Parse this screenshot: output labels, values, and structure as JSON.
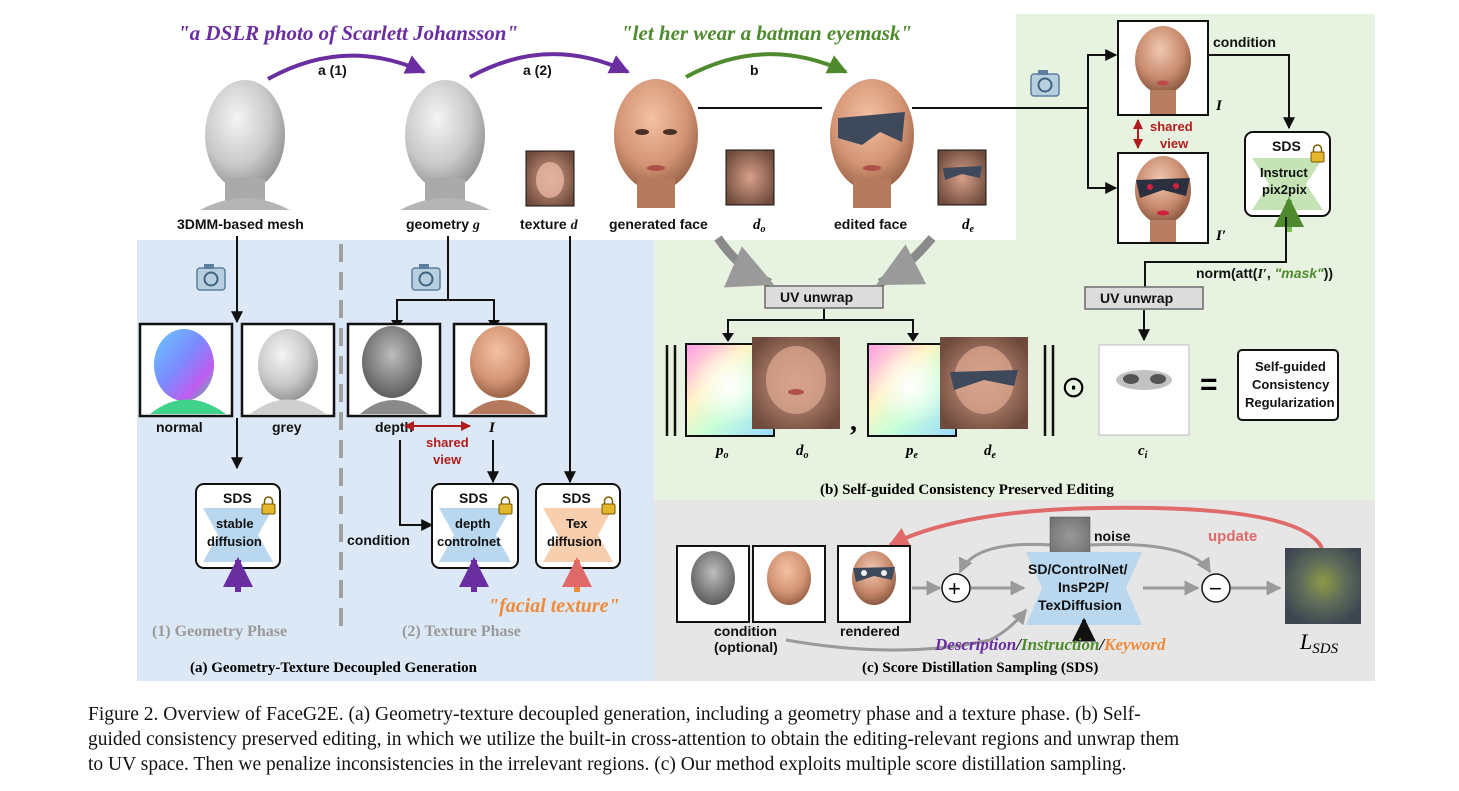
{
  "prompts": {
    "describe": "\"a DSLR photo of Scarlett Johansson\"",
    "instruct": "\"let her wear a batman eyemask\"",
    "keyword": "\"facial texture\""
  },
  "steps": {
    "a1": "a (1)",
    "a2": "a (2)",
    "b": "b"
  },
  "top_row": {
    "mesh": "3DMM-based mesh",
    "geometry": "geometry",
    "geometry_sym": "g",
    "texture": "texture",
    "texture_sym": "d",
    "generated": "generated face",
    "d_o": "d",
    "d_o_sub": "o",
    "edited": "edited face",
    "d_e": "d",
    "d_e_sub": "e"
  },
  "panel_a": {
    "title": "(a) Geometry-Texture Decoupled Generation",
    "phase1": "(1) Geometry Phase",
    "phase2": "(2) Texture Phase",
    "normal": "normal",
    "grey": "grey",
    "depth": "depth",
    "I": "I",
    "shared1": "shared",
    "shared2": "view",
    "condition": "condition",
    "sds": "SDS",
    "stable1": "stable",
    "stable2": "diffusion",
    "ctrl1": "depth",
    "ctrl2": "controlnet",
    "tex1": "Tex",
    "tex2": "diffusion"
  },
  "panel_b": {
    "title": "(b) Self-guided Consistency Preserved Editing",
    "condition": "condition",
    "I": "I",
    "I_prime": "I′",
    "shared1": "shared",
    "shared2": "view",
    "sds": "SDS",
    "ip1": "Instruct",
    "ip2": "pix2pix",
    "norm_prefix": "norm(att(",
    "norm_I": "I′",
    "norm_comma": ", ",
    "norm_mask": "\"mask\"",
    "norm_suffix": "))",
    "uv1": "UV unwrap",
    "uv2": "UV unwrap",
    "p_o": "p",
    "p_o_sub": "o",
    "d_o": "d",
    "d_o_sub": "o",
    "comma": ",",
    "p_e": "p",
    "p_e_sub": "e",
    "d_e": "d",
    "d_e_sub": "e",
    "odot": "⊙",
    "c_i": "c",
    "c_i_sub": "i",
    "equals": "=",
    "reg1": "Self-guided",
    "reg2": "Consistency",
    "reg3": "Regularization"
  },
  "panel_c": {
    "title": "(c) Score Distillation Sampling (SDS)",
    "update": "update",
    "noise": "noise",
    "plus": "+",
    "minus": "−",
    "model1": "SD/ControlNet/",
    "model2": "InsP2P/",
    "model3": "TexDiffusion",
    "cond1": "condition",
    "cond2": "(optional)",
    "rendered": "rendered",
    "desc": "Description",
    "slash1": "/",
    "instr": "Instruction",
    "slash2": "/",
    "kw": "Keyword",
    "loss": "L",
    "loss_sub": "SDS"
  },
  "caption": {
    "line1": "Figure 2. Overview of FaceG2E. (a) Geometry-texture decoupled generation, including a geometry phase and a texture phase. (b) Self-",
    "line2": "guided consistency preserved editing, in which we utilize the built-in cross-attention to obtain the editing-relevant regions and unwrap them",
    "line3": "to UV space. Then we penalize inconsistencies in the irrelevant regions. (c) Our method exploits multiple score distillation sampling."
  },
  "colors": {
    "purple": "#6a2ea0",
    "green": "#4f8a2e",
    "orange": "#ee8a3a",
    "red": "#b01c1c",
    "panel_a_bg": "#dce8f5",
    "panel_b_bg": "#e8f2e0",
    "panel_c_bg": "#e6e6e6"
  }
}
